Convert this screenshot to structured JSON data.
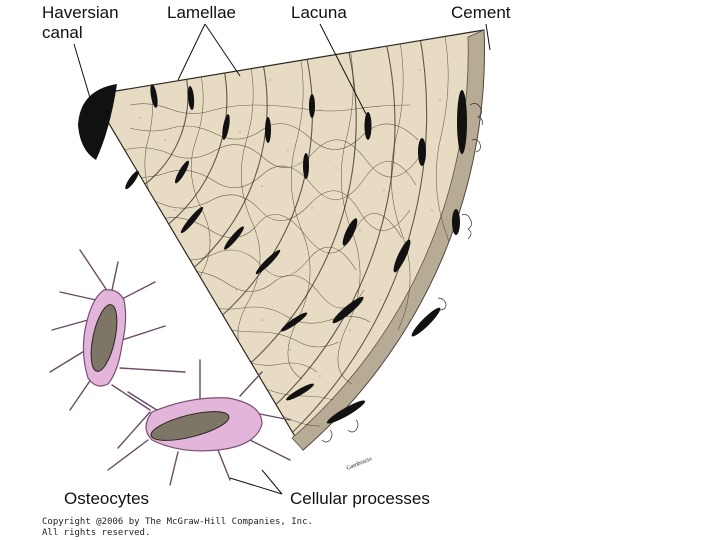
{
  "labels": {
    "haversian_canal": "Haversian canal",
    "lamellae": "Lamellae",
    "lacuna": "Lacuna",
    "cement": "Cement",
    "osteocytes": "Osteocytes",
    "cellular_processes": "Cellular processes"
  },
  "signature": "Gambrazio",
  "copyright": {
    "line1": "Copyright @2006 by The McGraw-Hill Companies, Inc.",
    "line2": "All rights reserved."
  },
  "colors": {
    "bone_matrix": "#e7dcc3",
    "canaliculi": "#3a3026",
    "lacuna": "#111111",
    "cement_band": "#b7ab96",
    "osteocyte_cytoplasm": "#e3b5da",
    "osteocyte_outline": "#7a4f73",
    "nucleus": "#7d7566"
  }
}
